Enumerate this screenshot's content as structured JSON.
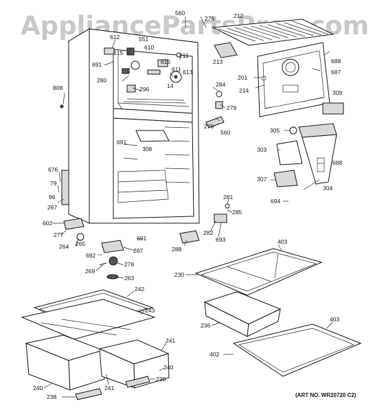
{
  "watermark": "AppliancePartsPros.com",
  "art_number": "(ART NO. WR20720 C2)",
  "labels": {
    "l560a": "560",
    "l275": "275",
    "l212": "212",
    "l612": "612",
    "l551": "551",
    "l615a": "615",
    "l610": "610",
    "l691a": "691",
    "l211": "211",
    "l615b": "615",
    "l611": "611",
    "l213": "213",
    "l688a": "688",
    "l280": "280",
    "l613": "613",
    "l201": "201",
    "l687": "687",
    "l296": "296",
    "l14": "14",
    "l808": "808",
    "l284": "284",
    "l214": "214",
    "l309": "309",
    "l279": "279",
    "l276": "276",
    "l560b": "560",
    "l691b": "691",
    "l305": "305",
    "l308": "308",
    "l303": "303",
    "l688b": "688",
    "l676": "676",
    "l307": "307",
    "l304": "304",
    "l79": "79",
    "l96": "96",
    "l694": "694",
    "l267": "267",
    "l281": "281",
    "l285": "285",
    "l602": "602",
    "l282": "282",
    "l691c": "691",
    "l693": "693",
    "l277": "277",
    "l264": "264",
    "l265": "265",
    "l288": "288",
    "l287": "287",
    "l403a": "403",
    "l692": "692",
    "l278": "278",
    "l269": "269",
    "l263": "263",
    "l230": "230",
    "l242": "242",
    "l243": "243",
    "l236": "236",
    "l403b": "403",
    "l241a": "241",
    "l240a": "240",
    "l402": "402",
    "l238a": "238",
    "l240b": "240",
    "l241b": "241",
    "l238b": "238"
  }
}
